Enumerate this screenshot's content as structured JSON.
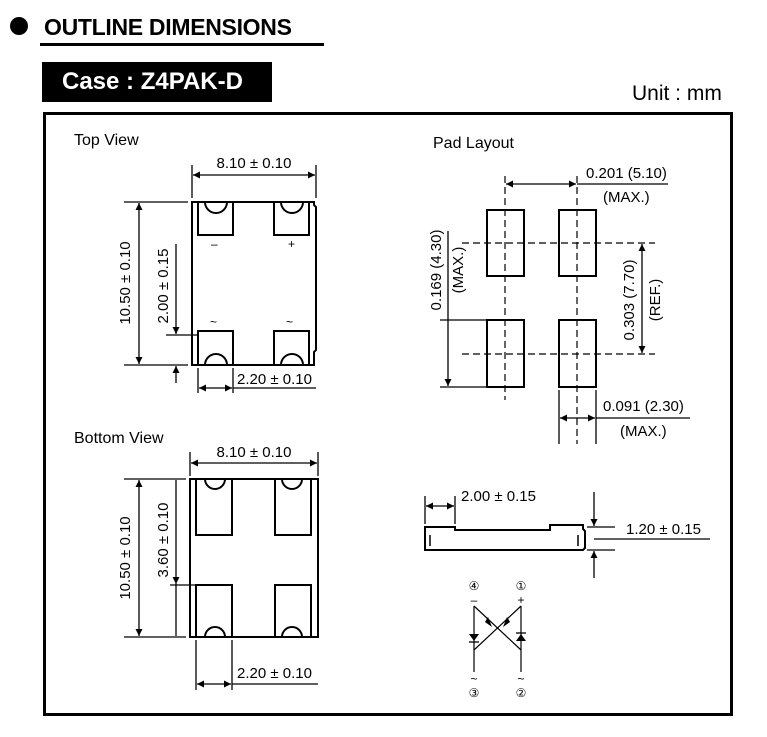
{
  "header": {
    "title": "OUTLINE DIMENSIONS",
    "case_label": "Case : Z4PAK-D",
    "unit": "Unit : mm"
  },
  "top_view": {
    "title": "Top View",
    "width_dim": "8.10 ± 0.10",
    "height_dim": "10.50 ± 0.10",
    "notch_dim": "2.00 ± 0.15",
    "pad_width_dim": "2.20 ± 0.10",
    "marks": {
      "minus": "–",
      "plus": "+",
      "ac_left": "~",
      "ac_right": "~"
    }
  },
  "pad_layout": {
    "title": "Pad Layout",
    "spacing_dim": "0.201 (5.10)",
    "spacing_note": "(MAX.)",
    "pad_height_dim": "0.169 (4.30)",
    "pad_height_note": "(MAX.)",
    "pitch_dim": "0.303 (7.70)",
    "pitch_note": "(REF.)",
    "pad_width_dim": "0.091 (2.30)",
    "pad_width_note": "(MAX.)"
  },
  "bottom_view": {
    "title": "Bottom View",
    "width_dim": "8.10 ± 0.10",
    "height_dim": "10.50 ± 0.10",
    "pad_len_dim": "3.60 ± 0.10",
    "pad_width_dim": "2.20 ± 0.10"
  },
  "side_view": {
    "lead_dim": "2.00 ± 0.15",
    "thickness_dim": "1.20 ± 0.15"
  },
  "schematic": {
    "pin1": "①",
    "pin2": "②",
    "pin3": "③",
    "pin4": "④",
    "pin1_sign": "+",
    "pin4_sign": "–",
    "pin2_sign": "~",
    "pin3_sign": "~"
  }
}
